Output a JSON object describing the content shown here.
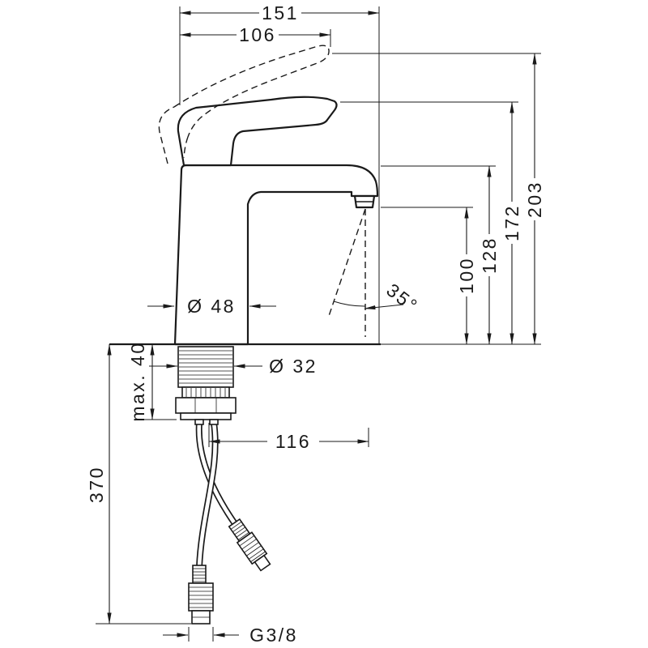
{
  "meta": {
    "type": "technical-dimension-drawing",
    "subject": "single-lever basin mixer faucet, side elevation with installation dimensions"
  },
  "labels": {
    "dim_151": "151",
    "dim_106": "106",
    "dim_203": "203",
    "dim_172": "172",
    "dim_128": "128",
    "dim_100": "100",
    "dim_dia48": "Ø 48",
    "dim_dia32": "Ø 32",
    "dim_angle": "35°",
    "dim_max40": "max. 40",
    "dim_370": "370",
    "dim_116": "116",
    "dim_thread": "G3/8"
  },
  "colors": {
    "line": "#1a1a1a",
    "background": "#ffffff"
  }
}
